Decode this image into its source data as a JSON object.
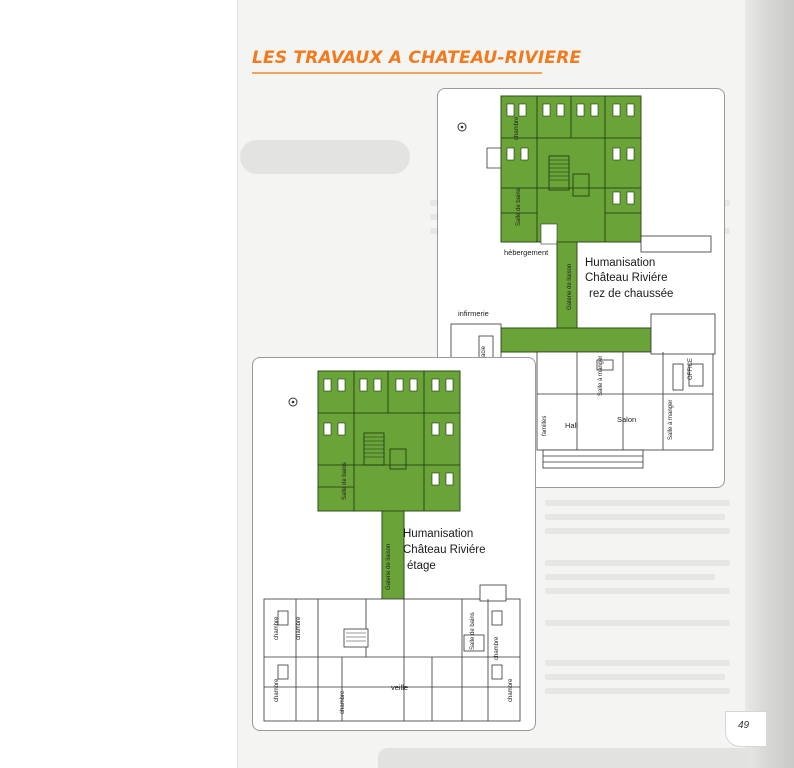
{
  "title": "LES TRAVAUX A CHATEAU-RIVIERE",
  "page_number": "49",
  "upper_plan": {
    "caption_line1": "Humanisation",
    "caption_line2": "Château Riviére",
    "caption_line3": "rez de chaussée",
    "labels": {
      "hebergement": "hébergement",
      "infirmerie": "infirmerie",
      "pharmacie": "pharmacie",
      "galerie": "Galerie de liaison",
      "salle_de_bains": "Salle de bains",
      "hall": "Hall",
      "salon": "Salon",
      "familles": "familles",
      "salle_a_manger": "Salle à manger",
      "office": "OFFICE",
      "chambre": "chambre"
    }
  },
  "lower_plan": {
    "caption_line1": "Humanisation",
    "caption_line2": "Château Riviére",
    "caption_line3": "étage",
    "labels": {
      "galerie": "Galerie de liaison",
      "salle_de_bains": "Salle de bains",
      "chambre": "chambre",
      "veille": "veille",
      "salle_de_bains_small": "Salle de bains"
    }
  },
  "colors": {
    "title": "#f27a1c",
    "green": "#6aa338",
    "outline": "#9a9a9a"
  }
}
